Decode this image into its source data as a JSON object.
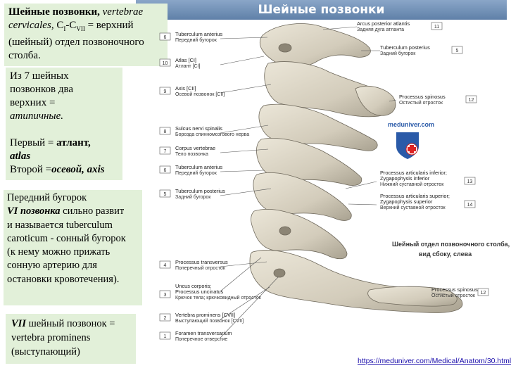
{
  "banner": "Шейные позвонки",
  "box1": {
    "title_bold": "Шейные позвонки,",
    "title_italic": " vertebrae",
    "line2_italic": "cervicales",
    "line2_rest": ", C",
    "sub1": "I",
    "dash": "-C",
    "sub2": "VII",
    "line2_end": " =  верхний",
    "line3": "(шейный) отдел позвоночного",
    "line4": "столба."
  },
  "box2": {
    "l1": "Из 7 шейных",
    "l2": "позвонков два",
    "l3": "верхних =",
    "l4": "атипичные.",
    "l5a": "Первый = ",
    "l5b": "атлант,",
    "l6": "atlas",
    "l7a": "Второй =",
    "l7b": "осевой, axis"
  },
  "box3": {
    "l1": "Передний бугорок",
    "l2a": "VI позвонка",
    "l2b": " сильно развит",
    "l3": "и называется tuberculum",
    "l4": "caroticum - сонный бугорок",
    "l5": "(к нему можно прижать",
    "l6": "сонную артерию для",
    "l7": "остановки кровотечения)."
  },
  "box4": {
    "l1a": "VII",
    "l1b": " шейный позвонок =",
    "l2": "vertebra prominens",
    "l3": "(выступающий)"
  },
  "figure": {
    "labels_left": [
      {
        "num": "6",
        "lat": "Tuberculum anterius",
        "ru": "Передний бугорок"
      },
      {
        "num": "10",
        "lat": "Atlas [CI]",
        "ru": "Атлант [CI]"
      },
      {
        "num": "9",
        "lat": "Axis [CII]",
        "ru": "Осевой позвонок [CII]"
      },
      {
        "num": "8",
        "lat": "Sulcus nervi spinalis",
        "ru": "Борозда спинномозгового нерва"
      },
      {
        "num": "7",
        "lat": "Corpus vertebrae",
        "ru": "Тело позвонка"
      },
      {
        "num": "6",
        "lat": "Tuberculum anterius",
        "ru": "Передний бугорок"
      },
      {
        "num": "5",
        "lat": "Tuberculum posterius",
        "ru": "Задний бугорок"
      },
      {
        "num": "4",
        "lat": "Processus transversus",
        "ru": "Поперечный отросток"
      },
      {
        "num": "3",
        "lat": "Uncus corporis; Processus uncinatus",
        "ru": "Крючок тела; крючковидный отросток"
      },
      {
        "num": "2",
        "lat": "Vertebra prominens [CVII]",
        "ru": "Выступающий позвонок [CVII]"
      },
      {
        "num": "1",
        "lat": "Foramen transversarium",
        "ru": "Поперечное отверстие"
      }
    ],
    "labels_right": [
      {
        "num": "11",
        "lat": "Arcus posterior atlantis",
        "ru": "Задняя дуга атланта"
      },
      {
        "num": "5",
        "lat": "Tuberculum posterius",
        "ru": "Задний бугорок"
      },
      {
        "num": "12",
        "lat": "Processus spinosus",
        "ru": "Остистый отросток"
      },
      {
        "num": "13",
        "lat": "Processus articularis inferior; Zygapophysis inferior",
        "ru": "Нижний суставной отросток"
      },
      {
        "num": "14",
        "lat": "Processus articularis superior; Zygapophysis superior",
        "ru": "Верхний суставной отросток"
      },
      {
        "num": "12",
        "lat": "Processus spinosus",
        "ru": "Остистый отросток"
      }
    ],
    "caption_l1": "Шейный отдел позвоночного столба,",
    "caption_l2": "вид сбоку, слева",
    "watermark": "meduniver.com"
  },
  "url": "https://meduniver.com/Medical/Anatom/30.html",
  "colors": {
    "box_bg": "#e2f0d9",
    "bone": "#d8d2c2",
    "bone_shadow": "#9f9888",
    "banner": "#6f8fb8"
  }
}
